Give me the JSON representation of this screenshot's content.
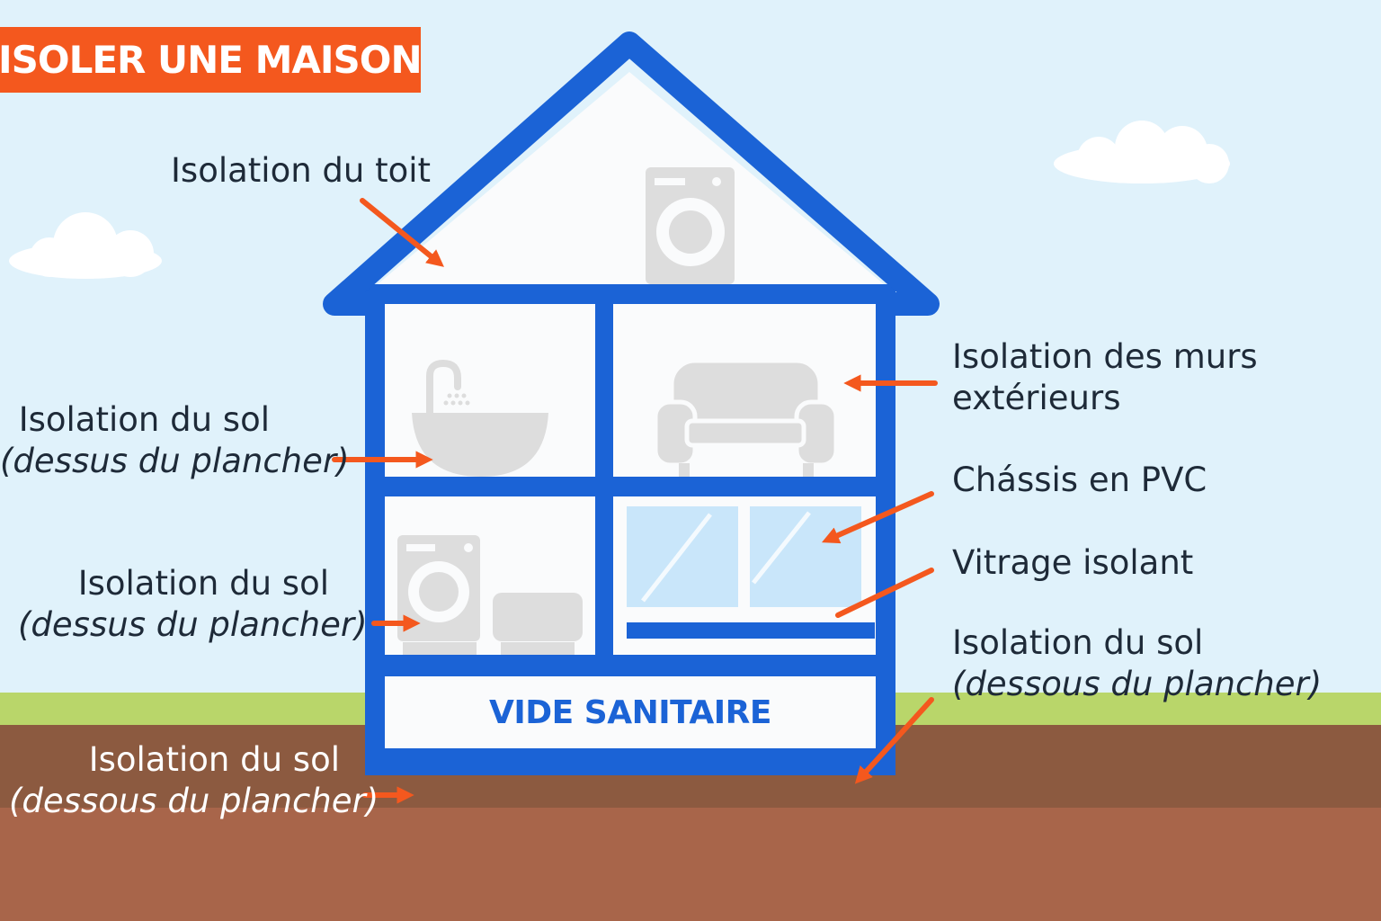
{
  "title": "ISOLER UNE MAISON",
  "crawlspace_label": "VIDE SANITAIRE",
  "labels": {
    "roof": "Isolation du toit",
    "floor_left_1": {
      "line1": "Isolation du sol",
      "line2": "(dessus du plancher)"
    },
    "floor_left_2": {
      "line1": "Isolation du sol",
      "line2": "(dessus du plancher)"
    },
    "floor_left_3": {
      "line1": "Isolation du sol",
      "line2": "(dessous du plancher)"
    },
    "walls": {
      "line1": "Isolation des murs",
      "line2": "extérieurs"
    },
    "frames": "Chássis en PVC",
    "glazing": "Vitrage isolant",
    "floor_right": {
      "line1": "Isolation du sol",
      "line2": "(dessous du plancher)"
    }
  },
  "icons": [
    "washing-machine-icon",
    "sink-icon",
    "sofa-icon",
    "cabinet-icon",
    "window-icon",
    "cloud-icon"
  ],
  "colors": {
    "sky": "#e0f2fb",
    "house_frame": "#1b63d6",
    "accent_orange": "#f4581e",
    "grass": "#b9d66a",
    "soil_top": "#8c5a40",
    "soil_bottom": "#a8654a",
    "furniture": "#dddddd",
    "window_glass": "#c9e6fa"
  }
}
